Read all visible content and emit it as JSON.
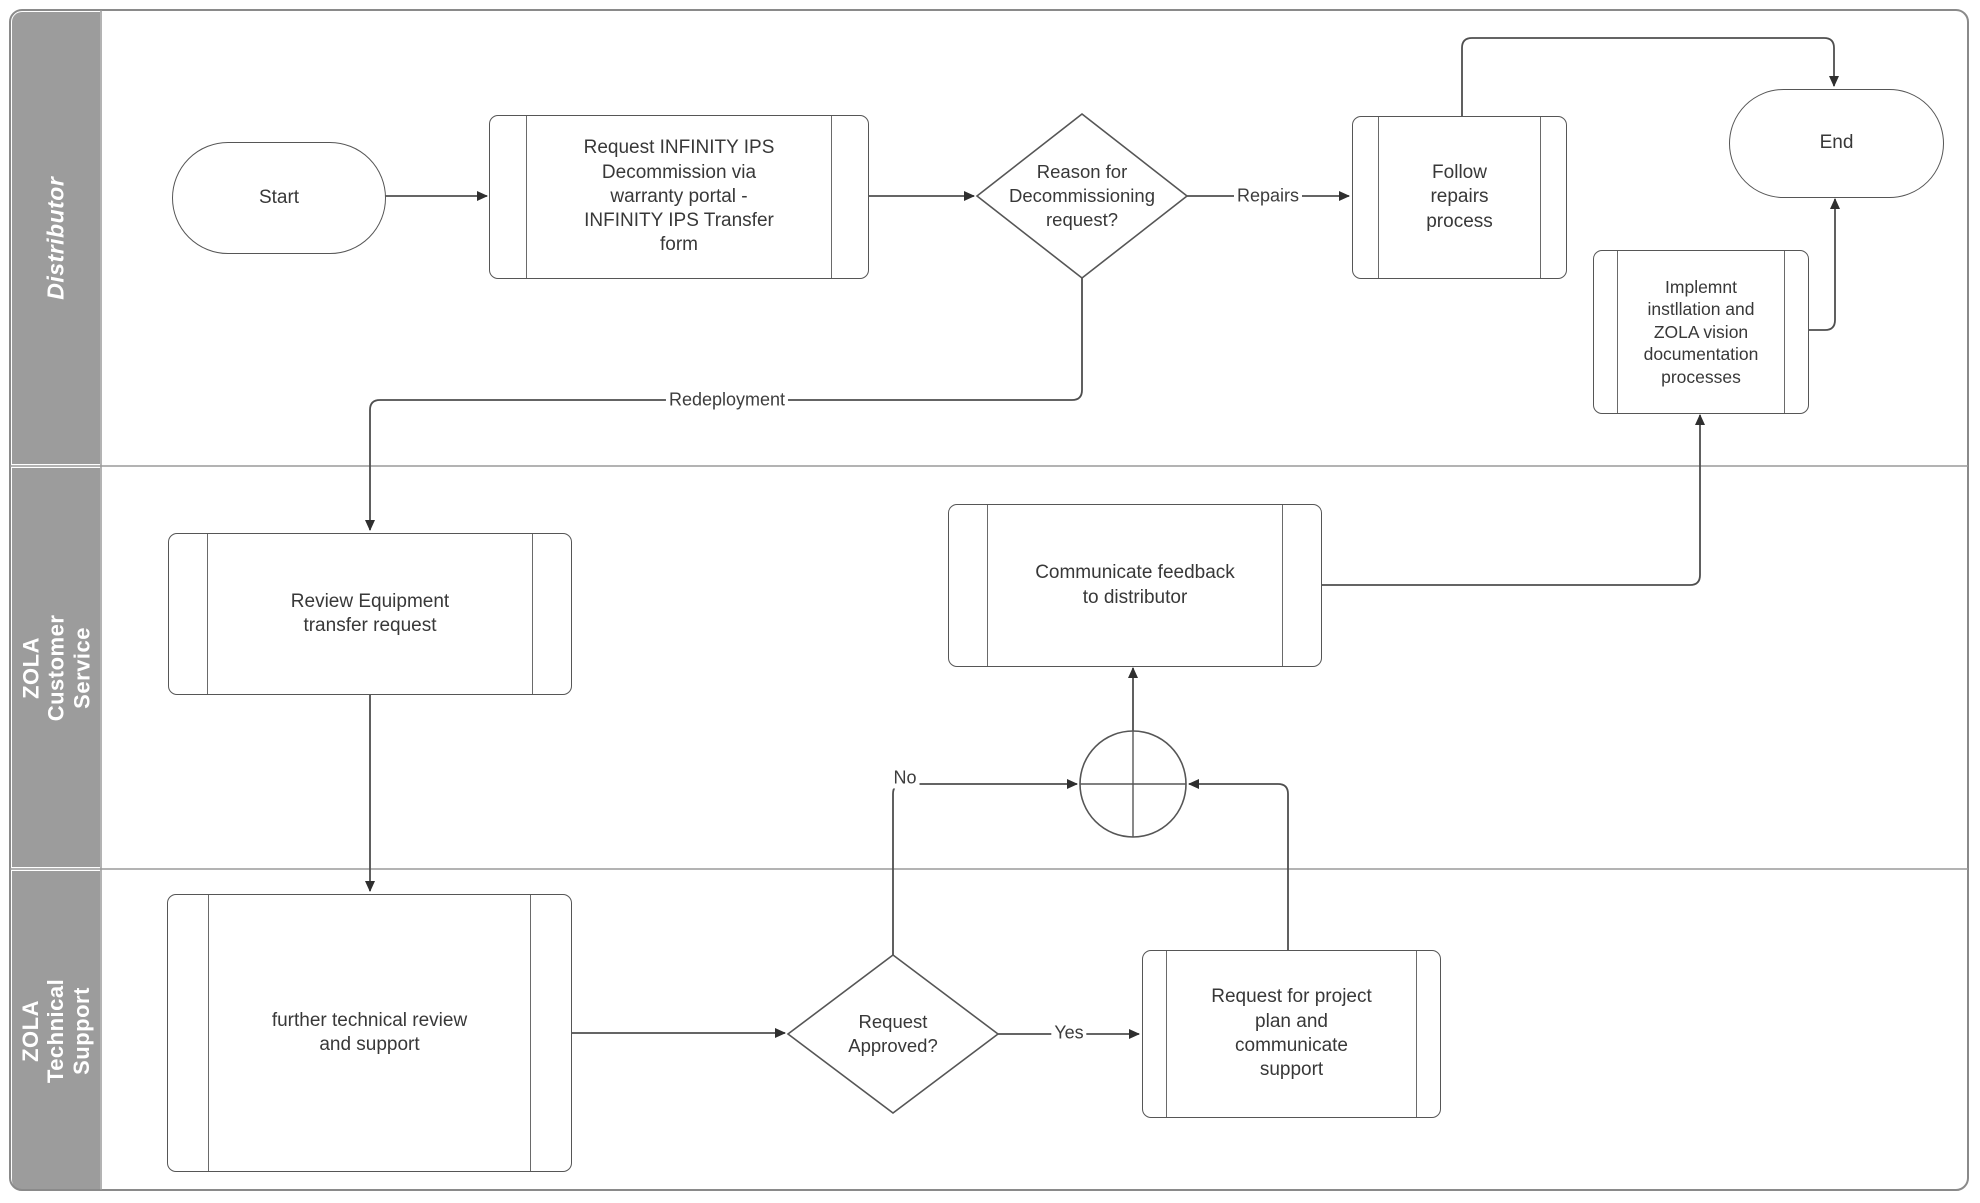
{
  "diagram": {
    "lanes": [
      {
        "label": "Distributor"
      },
      {
        "label": "ZOLA Customer Service"
      },
      {
        "label": "ZOLA Technical\nSupport"
      }
    ],
    "nodes": {
      "start": "Start",
      "request_form": "Request  INFINITY IPS\nDecommission via\nwarranty portal -\nINFINITY IPS  Transfer\nform",
      "reason_decision": "Reason for\nDecommissioning\nrequest?",
      "follow_repairs": "Follow\nrepairs\nprocess",
      "end": "End",
      "implement_docs": "Implemnt\ninstllation and\nZOLA vision\ndocumentation\nprocesses",
      "review_request": "Review Equipment\ntransfer request",
      "communicate_feedback": "Communicate  feedback\nto distributor",
      "further_review": "further technical review\nand support",
      "request_approved": "Request\nApproved?",
      "project_plan": "Request for project\nplan and\ncommunicate\nsupport"
    },
    "edge_labels": {
      "repairs": "Repairs",
      "redeployment": "Redeployment",
      "no": "No",
      "yes": "Yes"
    },
    "colors": {
      "lane_header_fill": "#9c9c9c",
      "lane_header_text": "#ffffff",
      "shape_border": "#565656",
      "connector": "#4f4f4f",
      "text": "#383838",
      "background": "#ffffff"
    }
  }
}
